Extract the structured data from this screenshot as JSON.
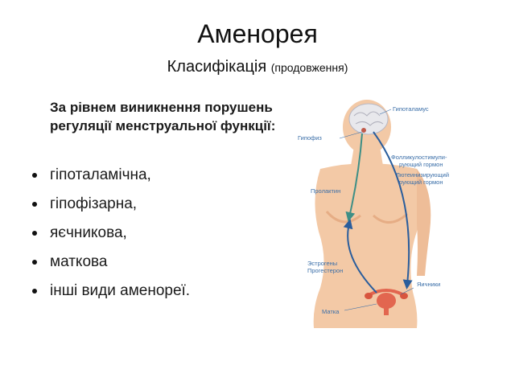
{
  "slide": {
    "title": "Аменорея",
    "subtitle_main": "Класифікація",
    "subtitle_note": "(продовження)",
    "lead": "За рівнем виникнення порушень регуляції менструальної функції:",
    "bullets": [
      "гіпоталамічна,",
      "гіпофізарна,",
      "яєчникова,",
      "маткова",
      "інші види аменореї."
    ]
  },
  "figure": {
    "labels": {
      "hypothalamus": "Гипоталамус",
      "pituitary": "Гипофиз",
      "fsh_line1": "Фолликулостимули-",
      "fsh_line2": "рующий гормон",
      "lh_line1": "Лютеинизирующий",
      "lh_line2": "рующий гормон",
      "prolactin": "Пролактин",
      "estrogen": "Эстрогены",
      "progesterone": "Прогестерон",
      "ovaries": "Яичники",
      "uterus": "Матка"
    },
    "colors": {
      "skin": "#f3c9a6",
      "skin_shade": "#e6ad85",
      "arrow_blue": "#2a5d9c",
      "arrow_green": "#3e8f86",
      "label": "#3a6ea8",
      "uterus": "#e2664f"
    }
  }
}
